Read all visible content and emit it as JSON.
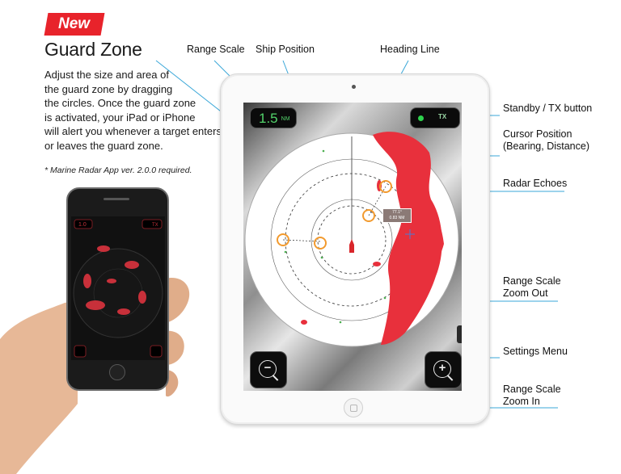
{
  "badge": "New",
  "title": "Guard Zone",
  "description": "Adjust the size and area of\nthe guard zone by dragging\nthe circles. Once the guard zone\nis activated, your iPad or iPhone\nwill alert you whenever a target enters\nor leaves the guard zone.",
  "footnote": "* Marine Radar App ver. 2.0.0 required.",
  "callouts": {
    "range_scale": "Range Scale",
    "ship_position": "Ship Position",
    "heading_line": "Heading Line",
    "standby_tx": "Standby / TX button",
    "cursor_position": "Cursor Position\n(Bearing, Distance)",
    "radar_echoes": "Radar Echoes",
    "range_zoom_out": "Range Scale\nZoom Out",
    "settings_menu": "Settings Menu",
    "range_zoom_in": "Range Scale\nZoom In"
  },
  "radar": {
    "range_value": "1.5",
    "range_unit": "NM",
    "tx_label": "TX",
    "cursor_readout": "77.1°\n0.83 NM",
    "zoom_out_symbol": "−",
    "zoom_in_symbol": "+",
    "echo_color": "#e8303c",
    "display_color": "#53d36b"
  },
  "iphone": {
    "range_value": "1.0",
    "tx_label": "TX"
  }
}
